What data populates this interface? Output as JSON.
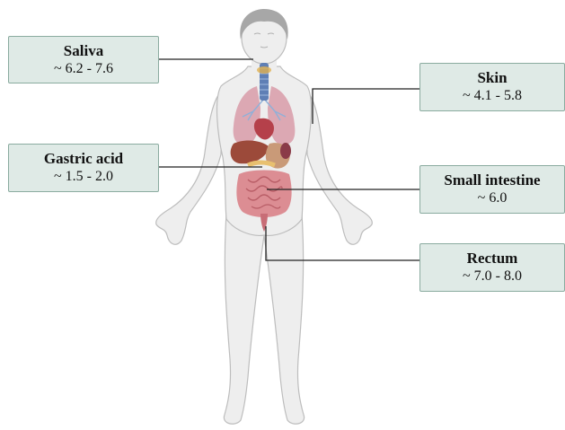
{
  "labels": {
    "saliva": {
      "name": "Saliva",
      "value": "~ 6.2 - 7.6"
    },
    "gastric": {
      "name": "Gastric acid",
      "value": "~ 1.5 - 2.0"
    },
    "skin": {
      "name": "Skin",
      "value": "~ 4.1 - 5.8"
    },
    "small_intestine": {
      "name": "Small intestine",
      "value": "~ 6.0"
    },
    "rectum": {
      "name": "Rectum",
      "value": "~ 7.0 - 8.0"
    }
  },
  "colors": {
    "box_fill": "#dfeae6",
    "box_border": "#8aab9f",
    "body_fill": "#eeeeee",
    "body_outline": "#bdbdbd",
    "hair": "#a7a7a7",
    "lungs": "#d9a0ac",
    "heart": "#b5404a",
    "liver": "#9c4a3a",
    "stomach": "#c99a78",
    "intestine": "#dc8d93",
    "trachea": "#5f7fb5",
    "leader_line": "#222222"
  }
}
